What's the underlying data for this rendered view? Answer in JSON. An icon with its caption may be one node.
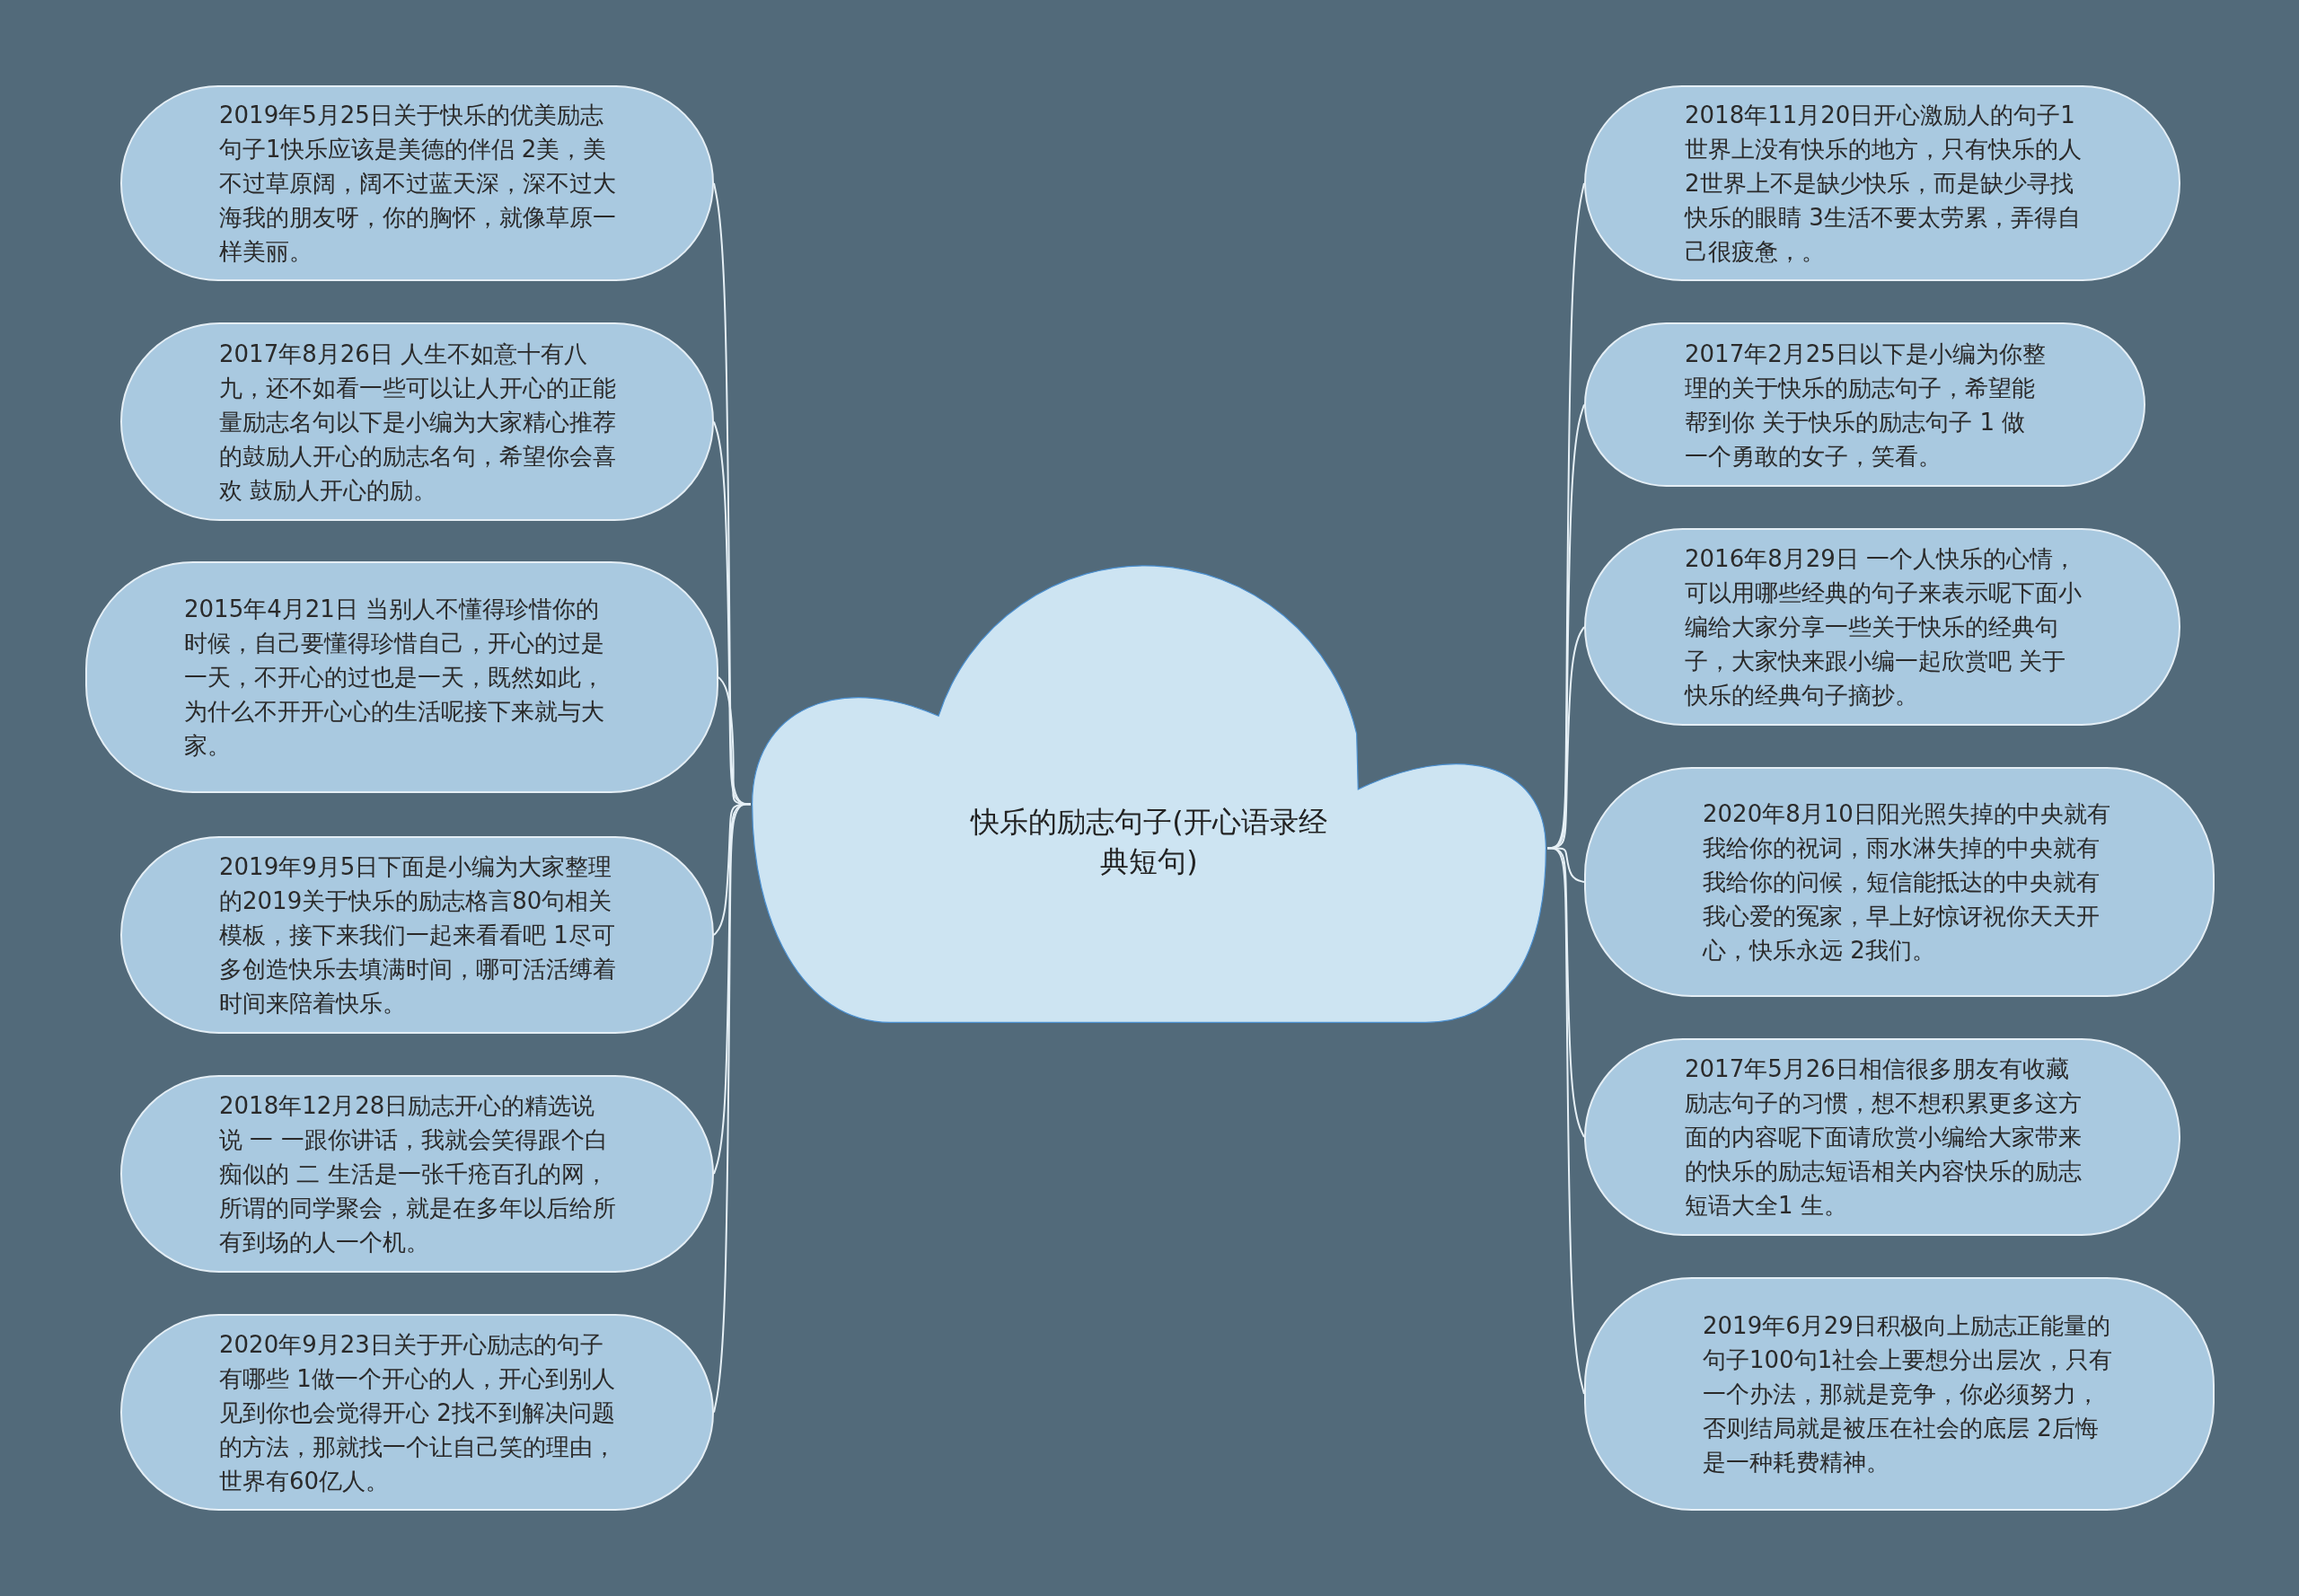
{
  "diagram": {
    "nodes": [
      {
        "text": [
          "快乐的励志句子(开心语录经典短句)"
        ]
      },
      {
        "text": [
          "2019年5月25日关于快乐的优美励志句子1快乐应该是美德的伴侣 2美，美不过草原阔，阔不过蓝天深，深不过大海我的朋友呀，你的胸怀，就像草原一样美丽。"
        ]
      },
      {
        "text": [
          "2017年8月26日 人生不如意十有八九，还不如看一些可以让人开心的正能量励志名句以下是小编为大家精心推荐的鼓励人开心的励志名句，希望你会喜欢 鼓励人开心的励。"
        ]
      },
      {
        "text": [
          "2015年4月21日 当别人不懂得珍惜你的时候，自己要懂得珍惜自己，开心的过是一天，不开心的过也是一天，既然如此，为什么不开开心心的生活呢接下来就与大家。"
        ]
      },
      {
        "text": [
          "2019年9月5日下面是小编为大家整理的2019关于快乐的励志格言80句相关模板，接下来我们一起来看看吧 1尽可多创造快乐去填满时间，哪可活活缚着时间来陪着快乐。"
        ]
      },
      {
        "text": [
          "2018年12月28日励志开心的精选说说 一 一跟你讲话，我就会笑得跟个白痴似的 二 生活是一张千疮百孔的网，所谓的同学聚会，就是在多年以后给所有到场的人一个机。"
        ]
      },
      {
        "text": [
          "2020年9月23日关于开心励志的句子有哪些 1做一个开心的人，开心到别人见到你也会觉得开心 2找不到解决问题的方法，那就找一个让自己笑的理由，世界有60亿人。"
        ]
      },
      {
        "text": [
          "2018年11月20日开心激励人的句子1世界上没有快乐的地方，只有快乐的人 2世界上不是缺少快乐，而是缺少寻找快乐的眼睛 3生活不要太劳累，弄得自己很疲惫，。"
        ]
      },
      {
        "text": [
          "2017年2月25日以下是小编为你整理的关于快乐的励志句子，希望能帮到你 关于快乐的励志句子 1 做一个勇敢的女子，笑看。"
        ]
      },
      {
        "text": [
          "2016年8月29日 一个人快乐的心情，可以用哪些经典的句子来表示呢下面小编给大家分享一些关于快乐的经典句子，大家快来跟小编一起欣赏吧 关于快乐的经典句子摘抄。"
        ]
      },
      {
        "text": [
          "2020年8月10日阳光照失掉的中央就有我给你的祝词，雨水淋失掉的中央就有我给你的问候，短信能抵达的中央就有我心爱的冤家，早上好惊讶祝你天天开心，快乐永远 2我们。"
        ]
      },
      {
        "text": [
          "2017年5月26日相信很多朋友有收藏励志句子的习惯，想不想积累更多这方面的内容呢下面请欣赏小编给大家带来的快乐的励志短语相关内容快乐的励志短语大全1 生。"
        ]
      },
      {
        "text": [
          "2019年6月29日积极向上励志正能量的句子100句1社会上要想分出层次，只有一个办法，那就是竞争，你必须努力，否则结局就是被压在社会的底层 2后悔是一种耗费精神。"
        ]
      }
    ],
    "edges": [
      {
        "from": 0,
        "to": 1,
        "arrow": "none"
      },
      {
        "from": 0,
        "to": 2,
        "arrow": "none"
      },
      {
        "from": 0,
        "to": 3,
        "arrow": "none"
      },
      {
        "from": 0,
        "to": 4,
        "arrow": "none"
      },
      {
        "from": 0,
        "to": 5,
        "arrow": "none"
      },
      {
        "from": 0,
        "to": 6,
        "arrow": "none"
      },
      {
        "from": 0,
        "to": 7,
        "arrow": "none"
      },
      {
        "from": 0,
        "to": 8,
        "arrow": "none"
      },
      {
        "from": 0,
        "to": 9,
        "arrow": "none"
      },
      {
        "from": 0,
        "to": 10,
        "arrow": "none"
      },
      {
        "from": 0,
        "to": 11,
        "arrow": "none"
      },
      {
        "from": 0,
        "to": 12,
        "arrow": "none"
      }
    ]
  }
}
